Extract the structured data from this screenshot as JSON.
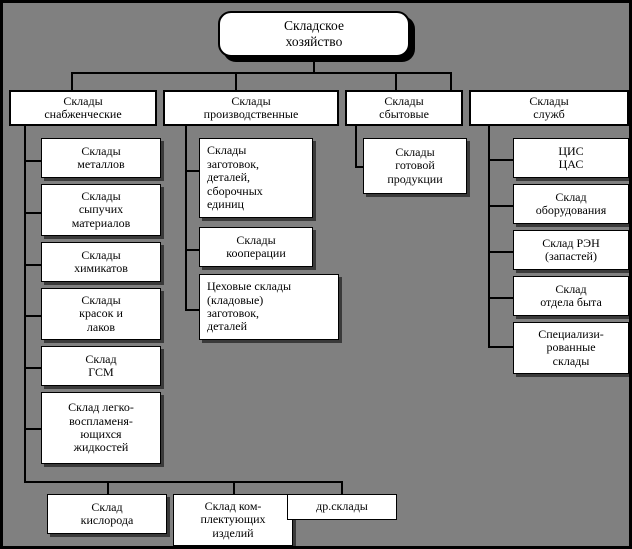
{
  "diagram": {
    "type": "organizational-hierarchy",
    "language": "ru",
    "title": "Складское\nхозяйство",
    "colors": {
      "background": "#808080",
      "node_fill": "#ffffff",
      "line": "#000000",
      "shadow": "#3a3a3a"
    },
    "level2": [
      {
        "id": "supply",
        "label": "Склады\nснабженческие"
      },
      {
        "id": "production",
        "label": "Склады\nпроизводственные"
      },
      {
        "id": "sales",
        "label": "Склады\nсбытовые"
      },
      {
        "id": "services",
        "label": "Склады\nслужб"
      }
    ],
    "supply_children": [
      {
        "label": "Склады\nметаллов"
      },
      {
        "label": "Склады\nсыпучих\nматериалов"
      },
      {
        "label": "Склады\nхимикатов"
      },
      {
        "label": "Склады\nкрасок и\nлаков"
      },
      {
        "label": "Склад\nГСМ"
      },
      {
        "label": "Склад легко-\nвоспламеня-\nющихся\nжидкостей"
      }
    ],
    "production_children": [
      {
        "label": "Склады\nзаготовок,\nдеталей,\nсборочных\nединиц",
        "align": "left"
      },
      {
        "label": "Склады\nкооперации",
        "align": "center"
      },
      {
        "label": "Цеховые склады\n(кладовые)\nзаготовок,\nдеталей",
        "align": "left"
      }
    ],
    "sales_children": [
      {
        "label": "Склады\nготовой\nпродукции"
      }
    ],
    "services_children": [
      {
        "label": "ЦИС\nЦАС"
      },
      {
        "label": "Склад\nоборудования"
      },
      {
        "label": "Склад РЭН\n(запастей)"
      },
      {
        "label": "Склад\nотдела быта"
      },
      {
        "label": "Специализи-\nрованные\nсклады"
      }
    ],
    "bottom_children": [
      {
        "label": "Склад\nкислорода"
      },
      {
        "label": "Склад ком-\nплектующих\nизделий"
      },
      {
        "label": "др.склады"
      }
    ]
  }
}
